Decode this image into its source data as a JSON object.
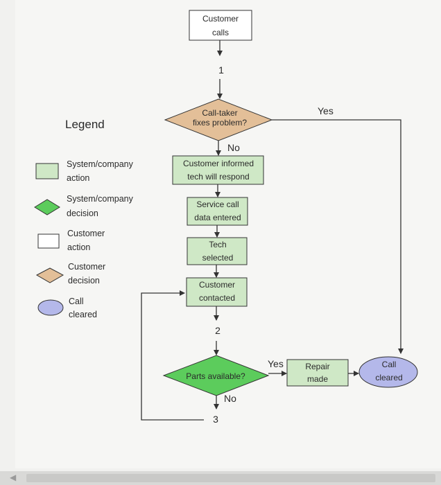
{
  "colors": {
    "background": "#f1f1ef",
    "system_action": "#cfe8c6",
    "system_decision": "#5ccc5c",
    "customer_action": "#ffffff",
    "customer_decision": "#e3bf98",
    "call_cleared": "#b4b8ea",
    "line": "#333333"
  },
  "legend": {
    "title": "Legend",
    "items": [
      {
        "shape": "rect",
        "color": "#cfe8c6",
        "line1": "System/company",
        "line2": "action"
      },
      {
        "shape": "diamond",
        "color": "#5ccc5c",
        "line1": "System/company",
        "line2": "decision"
      },
      {
        "shape": "rect",
        "color": "#ffffff",
        "line1": "Customer",
        "line2": "action"
      },
      {
        "shape": "diamond",
        "color": "#e3bf98",
        "line1": "Customer",
        "line2": "decision"
      },
      {
        "shape": "ellipse",
        "color": "#b4b8ea",
        "line1": "Call",
        "line2": "cleared"
      }
    ]
  },
  "flow": {
    "customer_calls": {
      "line1": "Customer",
      "line2": "calls"
    },
    "connector_1": "1",
    "call_taker": {
      "line1": "Call-taker",
      "line2": "fixes problem?"
    },
    "yes_top": "Yes",
    "no_top": "No",
    "customer_informed": {
      "line1": "Customer informed",
      "line2": "tech will respond"
    },
    "service_call": {
      "line1": "Service call",
      "line2": "data entered"
    },
    "tech_selected": {
      "line1": "Tech",
      "line2": "selected"
    },
    "customer_contacted": {
      "line1": "Customer",
      "line2": "contacted"
    },
    "connector_2": "2",
    "parts_available": "Parts available?",
    "yes_bottom": "Yes",
    "no_bottom": "No",
    "connector_3": "3",
    "repair_made": {
      "line1": "Repair",
      "line2": "made"
    },
    "call_cleared": {
      "line1": "Call",
      "line2": "cleared"
    }
  }
}
